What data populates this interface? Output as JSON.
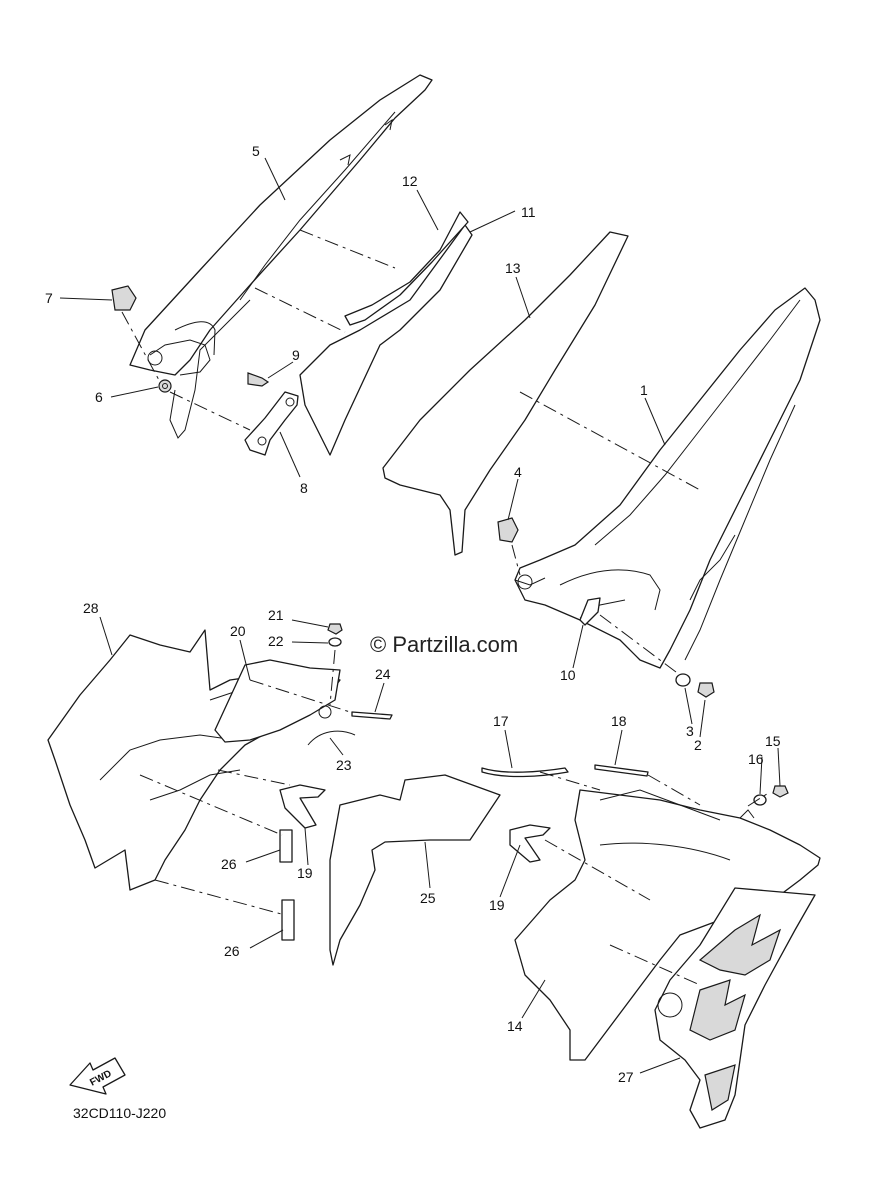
{
  "watermark": "© Partzilla.com",
  "diagram_code": "32CD110-J220",
  "fwd_label": "FWD",
  "callouts": {
    "c1": "1",
    "c2": "2",
    "c3": "3",
    "c4": "4",
    "c5": "5",
    "c6": "6",
    "c7": "7",
    "c8": "8",
    "c9": "9",
    "c10": "10",
    "c11": "11",
    "c12": "12",
    "c13": "13",
    "c14": "14",
    "c15": "15",
    "c16": "16",
    "c17": "17",
    "c18": "18",
    "c19a": "19",
    "c19b": "19",
    "c20": "20",
    "c21": "21",
    "c22": "22",
    "c23": "23",
    "c24": "24",
    "c25": "25",
    "c26a": "26",
    "c26b": "26",
    "c27": "27",
    "c28": "28"
  }
}
